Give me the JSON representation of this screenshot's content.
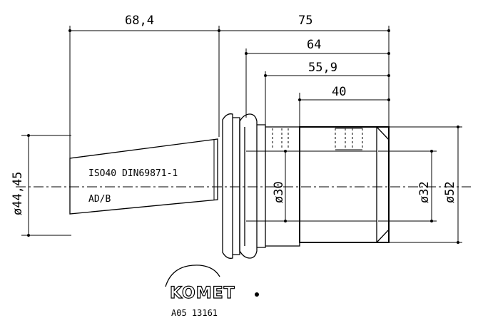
{
  "dimensions": {
    "overall_left": "68,4",
    "overall_right": "75",
    "len_64": "64",
    "len_55_9": "55,9",
    "len_40": "40",
    "dia_taper": "ø44,45",
    "dia_30": "ø30",
    "dia_32": "ø32",
    "dia_52": "ø52"
  },
  "labels": {
    "taper_spec": "ISO40 DIN69871-1",
    "form": "AD/B"
  },
  "logo": {
    "brand": "KOMET",
    "part_number": "A05 13161"
  }
}
